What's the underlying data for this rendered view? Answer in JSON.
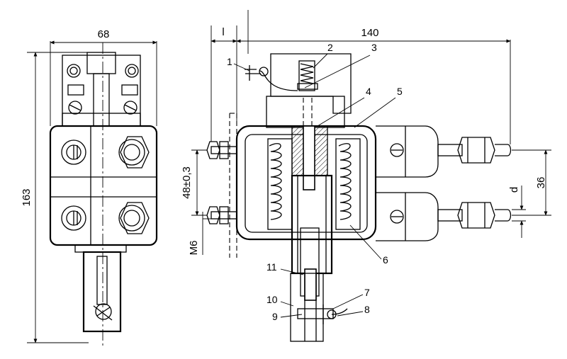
{
  "dimensions": {
    "width_left": "68",
    "height_left": "163",
    "width_right": "140",
    "offset_l": "l",
    "bolt_spacing": "48±0,3",
    "thread": "M6",
    "pin_spacing": "36",
    "pin_diameter": "d"
  },
  "callouts": [
    "1",
    "2",
    "3",
    "4",
    "5",
    "6",
    "7",
    "8",
    "9",
    "10",
    "11"
  ]
}
